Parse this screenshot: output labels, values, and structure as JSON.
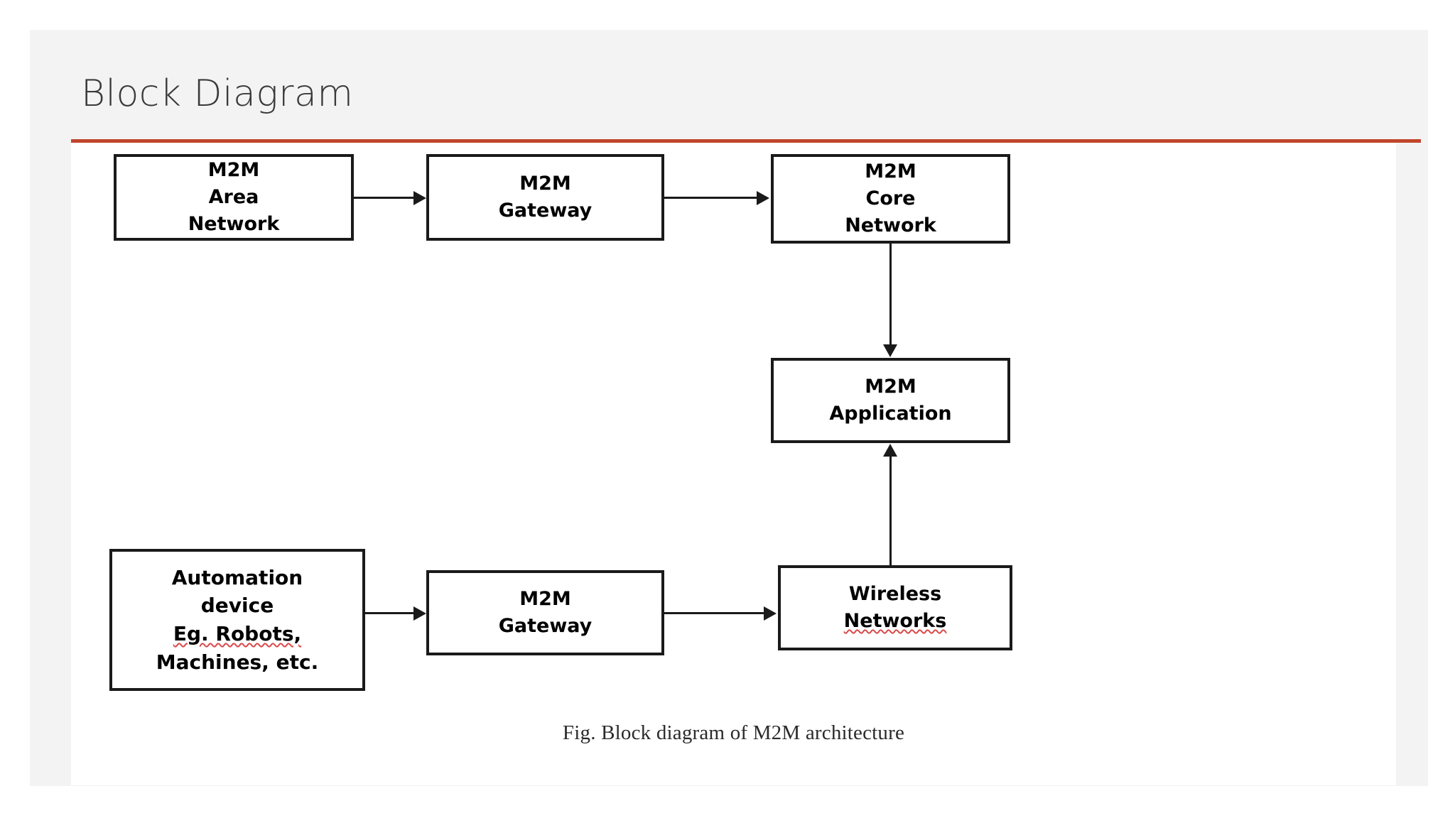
{
  "slide": {
    "title": "Block Diagram",
    "accent_color": "#c0452b",
    "background_color": "#f3f3f3"
  },
  "figure": {
    "caption": "Fig. Block diagram of M2M architecture",
    "canvas_background": "#ffffff",
    "stroke_color": "#1a1a1a",
    "spellcheck_underline_color": "#d94a4a",
    "blocks": [
      {
        "id": "m2m-area-network",
        "lines": [
          "M2M",
          "Area",
          "Network"
        ]
      },
      {
        "id": "m2m-gateway-top",
        "lines": [
          "M2M",
          "Gateway"
        ]
      },
      {
        "id": "m2m-core-network",
        "lines": [
          "M2M",
          "Core",
          "Network"
        ]
      },
      {
        "id": "m2m-application",
        "lines": [
          "M2M",
          "Application"
        ]
      },
      {
        "id": "automation-device",
        "lines": [
          "Automation",
          "device",
          "Eg. Robots,",
          "Machines, etc."
        ],
        "misspelled_word": "Eg."
      },
      {
        "id": "m2m-gateway-bottom",
        "lines": [
          "M2M",
          "Gateway"
        ]
      },
      {
        "id": "wireless-networks",
        "lines": [
          "Wireless",
          "Networks"
        ],
        "misspelled_word": "Networks"
      }
    ],
    "connectors": [
      {
        "id": "area-network-to-gateway",
        "from": "m2m-area-network",
        "to": "m2m-gateway-top",
        "direction": "right"
      },
      {
        "id": "gateway-to-core-network",
        "from": "m2m-gateway-top",
        "to": "m2m-core-network",
        "direction": "right"
      },
      {
        "id": "core-network-to-application",
        "from": "m2m-core-network",
        "to": "m2m-application",
        "direction": "down"
      },
      {
        "id": "automation-to-gateway",
        "from": "automation-device",
        "to": "m2m-gateway-bottom",
        "direction": "right"
      },
      {
        "id": "gateway-to-wireless",
        "from": "m2m-gateway-bottom",
        "to": "wireless-networks",
        "direction": "right"
      },
      {
        "id": "wireless-to-application",
        "from": "wireless-networks",
        "to": "m2m-application",
        "direction": "up"
      }
    ]
  }
}
